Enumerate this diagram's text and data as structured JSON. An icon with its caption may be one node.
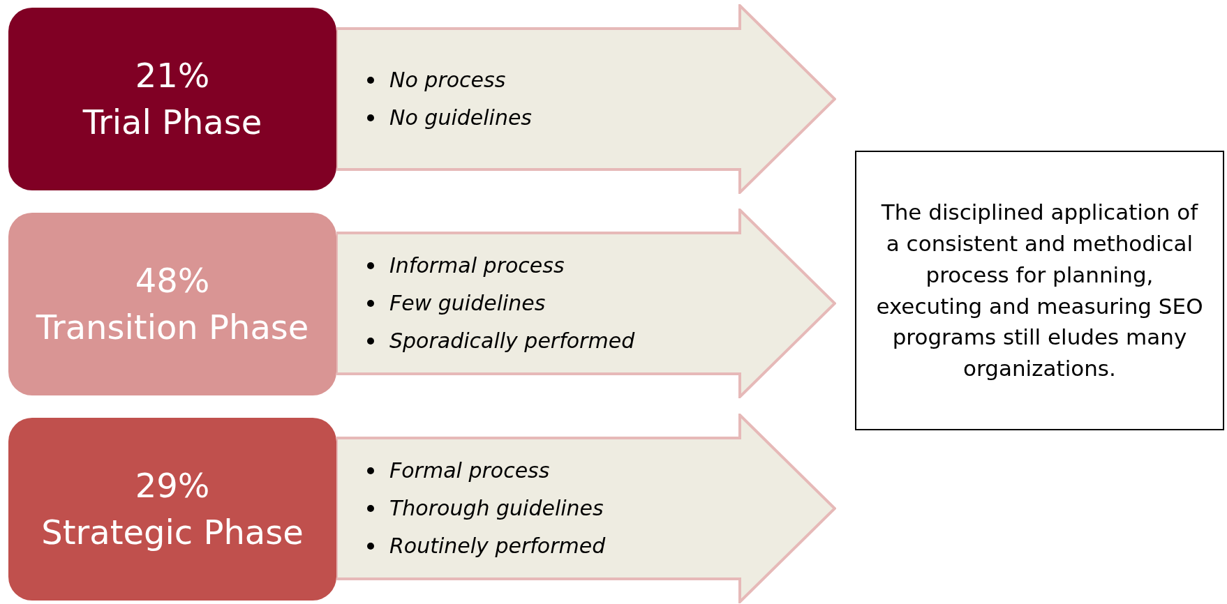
{
  "diagram": {
    "nodes": [
      {
        "text": [
          "21%",
          "Trial Phase"
        ]
      },
      {
        "text": [
          "No process",
          "No guidelines"
        ]
      },
      {
        "text": [
          "48%",
          "Transition Phase"
        ]
      },
      {
        "text": [
          "Informal process",
          "Few guidelines",
          "Sporadically performed"
        ]
      },
      {
        "text": [
          "29%",
          "Strategic Phase"
        ]
      },
      {
        "text": [
          "Formal process",
          "Thorough guidelines",
          "Routinely performed"
        ]
      },
      {
        "text": [
          "The disciplined application of a consistent and methodical process for planning, executing and measuring SEO programs still eludes many organizations."
        ]
      }
    ]
  }
}
